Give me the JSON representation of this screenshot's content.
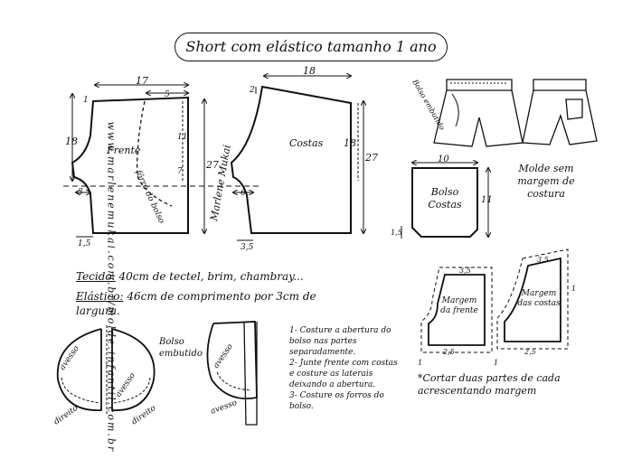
{
  "title": "Short com elástico tamanho 1 ano",
  "side_url": "www.marlenemukai.com.br/molde.infantil.com.br",
  "signature": "Marlene Mukai",
  "front": {
    "label": "Frente",
    "pocket_line_label": "fôrro do bolso",
    "dim_width": "17",
    "dim_height_total": "27",
    "dim_height_upper": "18",
    "dim_top_step": "1",
    "dim_pocket_top": "5",
    "dim_pocket_side": "11",
    "dim_pocket_low": "7",
    "dim_crotch": "3",
    "dim_bottom": "1,5"
  },
  "back": {
    "label": "Costas",
    "dim_width": "18",
    "dim_height_total": "27",
    "dim_height_upper": "18",
    "dim_top_step": "2",
    "dim_crotch": "6",
    "dim_bottom": "3,5"
  },
  "embedded_pocket_label": "Bolso embutido",
  "pocket_back": {
    "label": "Bolso Costas",
    "dim_width": "10",
    "dim_height": "11",
    "dim_corner": "1,5"
  },
  "no_margin_note": "Molde sem margem de costura",
  "fabric": {
    "tecido_label": "Tecido:",
    "tecido_text": "40cm de tectel, brim, chambray...",
    "elastico_label": "Elástico:",
    "elastico_text": "46cm de comprimento por 3cm de largura."
  },
  "pocket_pieces": {
    "avesso": "avesso",
    "direito": "direito",
    "bolso_embutido": "Bolso embutido"
  },
  "steps": [
    "1- Costure a abertura do bolso nas partes separadamente.",
    "2- Junte frente com costas e costure as laterais deixando a abertura.",
    "3- Costure os forros do bolso."
  ],
  "margin_pieces": {
    "front_label": "Margem da frente",
    "back_label": "Margem das costas",
    "front_top": "3,5",
    "front_bottom": "2,5",
    "back_top": "3,5",
    "back_bottom": "2,5",
    "one": "1"
  },
  "cut_note": "*Cortar duas partes de cada acrescentando margem"
}
